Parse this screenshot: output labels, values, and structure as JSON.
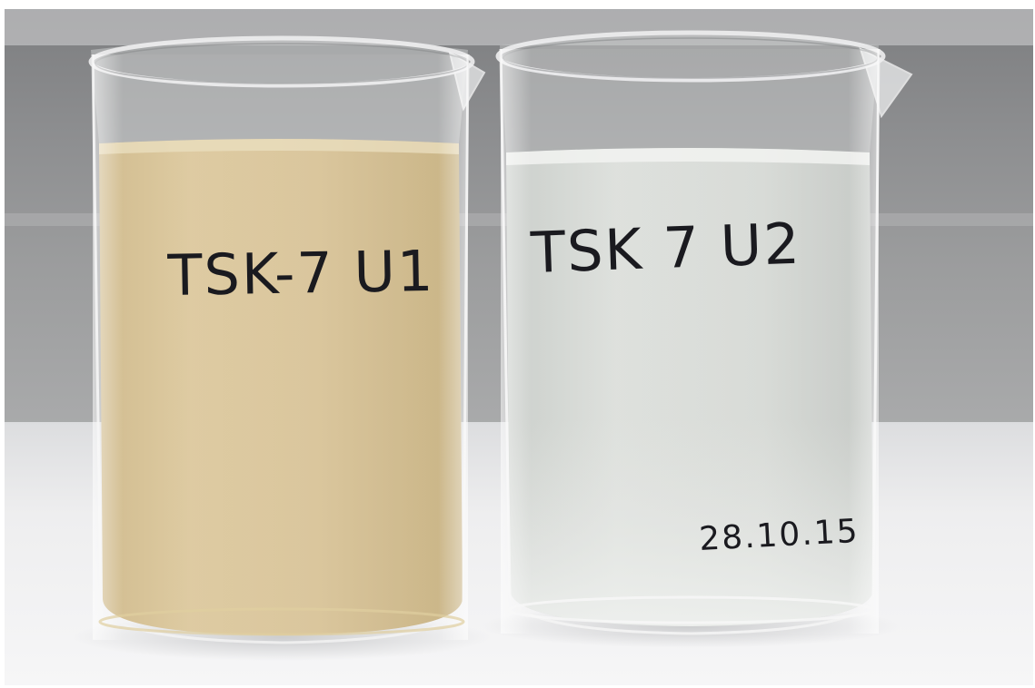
{
  "photo": {
    "background_wall_color": "#8f9091",
    "table_color": "#eeeeef",
    "beakers": [
      {
        "label": "TSK-7 U1",
        "liquid_color": "#d9c59a",
        "liquid_state": "turbid"
      },
      {
        "label": "TSK 7 U2",
        "liquid_color": "#d8dcd6",
        "liquid_state": "clear",
        "date": "28.10.15"
      }
    ]
  }
}
